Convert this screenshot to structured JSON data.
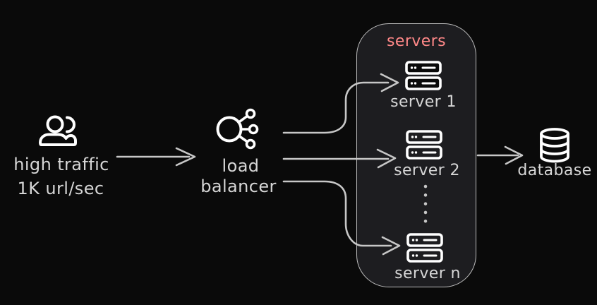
{
  "colors": {
    "background": "#0a0a0a",
    "container_fill": "#1d1d20",
    "container_border": "#bdbdbd",
    "line": "#c7c7c7",
    "text": "#d6d6d6",
    "icon": "#ffffff",
    "servers_label": "#ff8888"
  },
  "nodes": {
    "traffic_source": {
      "icon": "users-icon",
      "line1": "high traffic",
      "line2": "1K url/sec"
    },
    "load_balancer": {
      "icon": "load-balancer-icon",
      "line1": "load",
      "line2": "balancer"
    },
    "servers_group": {
      "label": "servers",
      "servers": [
        {
          "icon": "server-icon",
          "label": "server 1"
        },
        {
          "icon": "server-icon",
          "label": "server 2"
        },
        {
          "icon": "server-icon",
          "label": "server n"
        }
      ]
    },
    "database": {
      "icon": "database-icon",
      "label": "database"
    }
  },
  "edges": [
    {
      "from": "traffic_source",
      "to": "load_balancer",
      "style": "straight-arrow"
    },
    {
      "from": "load_balancer",
      "to": "server 1",
      "style": "curved-arrow"
    },
    {
      "from": "load_balancer",
      "to": "server 2",
      "style": "straight-arrow"
    },
    {
      "from": "load_balancer",
      "to": "server n",
      "style": "curved-arrow"
    },
    {
      "from": "servers_group",
      "to": "database",
      "style": "straight-arrow"
    },
    {
      "from": "server 2",
      "to": "server n",
      "style": "dotted-ellipsis"
    }
  ]
}
